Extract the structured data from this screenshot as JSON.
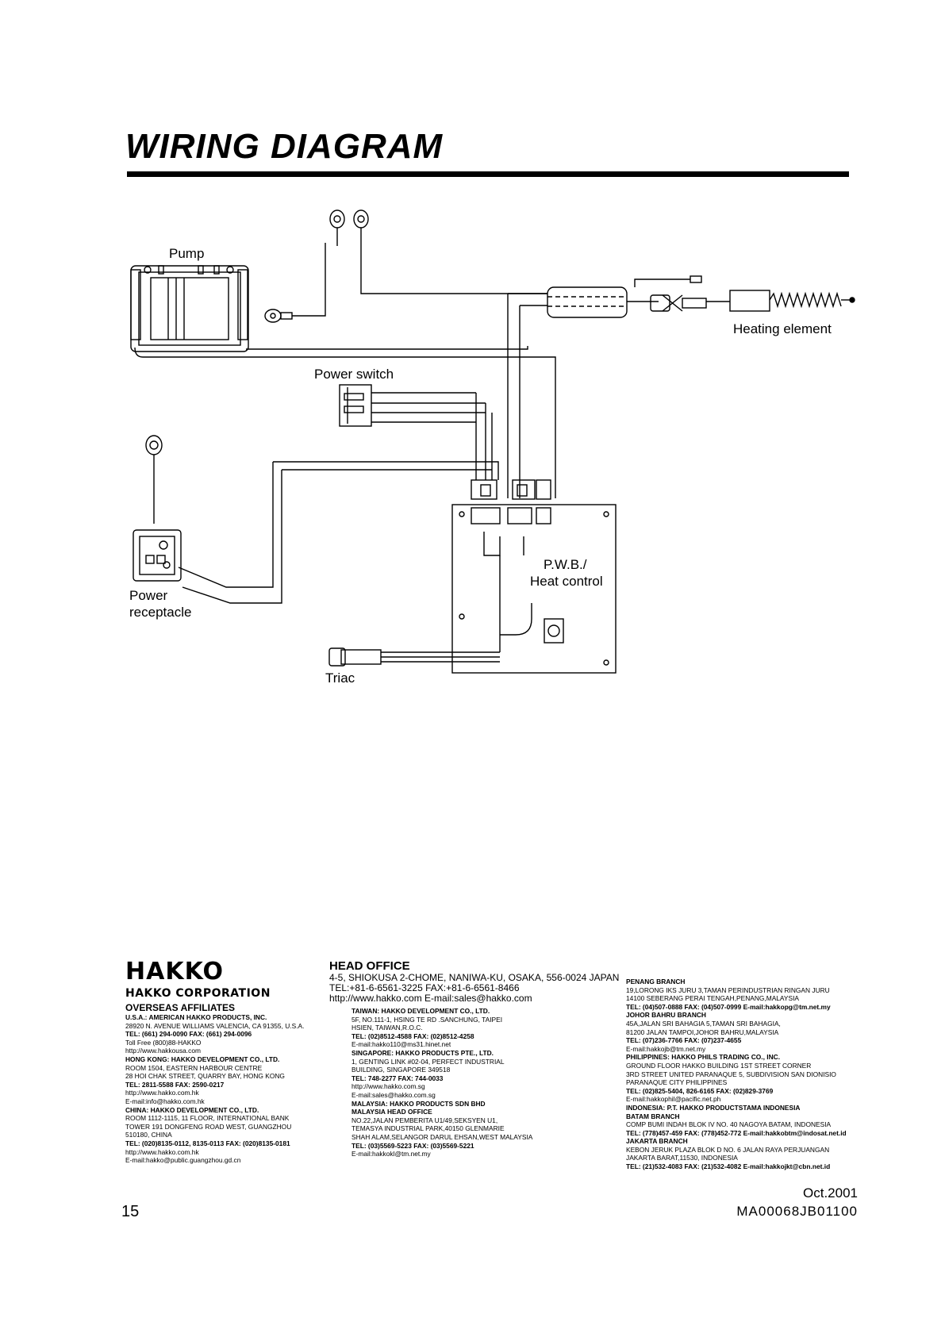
{
  "page": {
    "title": "WIRING DIAGRAM",
    "page_number": "15",
    "date": "Oct.2001",
    "doc_id": "MA00068JB01100"
  },
  "diagram": {
    "labels": {
      "pump": "Pump",
      "heating_element": "Heating element",
      "power_switch": "Power switch",
      "power_receptacle_1": "Power",
      "power_receptacle_2": "receptacle",
      "pwb_1": "P.W.B./",
      "pwb_2": "Heat control",
      "triac": "Triac"
    }
  },
  "footer": {
    "logo": "HAKKO",
    "corporation": "HAKKO CORPORATION",
    "overseas_title": "OVERSEAS AFFILIATES",
    "overseas": [
      "U.S.A.: AMERICAN HAKKO PRODUCTS, INC.",
      "28920 N. AVENUE WILLIAMS VALENCIA, CA 91355, U.S.A.",
      "TEL: (661) 294-0090 FAX: (661) 294-0096",
      "Toll Free (800)88-HAKKO",
      "http://www.hakkousa.com",
      "HONG KONG: HAKKO DEVELOPMENT CO., LTD.",
      "ROOM 1504, EASTERN HARBOUR CENTRE",
      "28 HOI CHAK STREET, QUARRY BAY, HONG KONG",
      "TEL: 2811-5588 FAX: 2590-0217",
      "http://www.hakko.com.hk",
      "E-mail:info@hakko.com.hk",
      "CHINA: HAKKO DEVELOPMENT CO., LTD.",
      "ROOM 1112-1115, 11 FLOOR, INTERNATIONAL BANK",
      "TOWER 191 DONGFENG ROAD WEST, GUANGZHOU",
      "510180, CHINA",
      "TEL: (020)8135-0112, 8135-0113 FAX: (020)8135-0181",
      "http://www.hakko.com.hk",
      "E-mail:hakko@public.guangzhou.gd.cn"
    ],
    "head_office_title": "HEAD OFFICE",
    "head_office": [
      "4-5, SHIOKUSA 2-CHOME, NANIWA-KU, OSAKA, 556-0024 JAPAN",
      "TEL:+81-6-6561-3225 FAX:+81-6-6561-8466",
      "http://www.hakko.com E-mail:sales@hakko.com"
    ],
    "middle": [
      "TAIWAN: HAKKO DEVELOPMENT CO., LTD.",
      "5F, NO.111-1, HSING TE RD .SANCHUNG, TAIPEI",
      "HSIEN, TAIWAN,R.O.C.",
      "TEL: (02)8512-4588 FAX: (02)8512-4258",
      "E-mail:hakko110@ms31.hinet.net",
      "SINGAPORE: HAKKO PRODUCTS PTE., LTD.",
      "1, GENTING LINK #02-04, PERFECT INDUSTRIAL",
      "BUILDING, SINGAPORE 349518",
      "TEL: 748-2277 FAX: 744-0033",
      "http://www.hakko.com.sg",
      "E-mail:sales@hakko.com.sg",
      "MALAYSIA: HAKKO PRODUCTS SDN BHD",
      "MALAYSIA HEAD OFFICE",
      "NO.22,JALAN PEMBERITA U1/49,SEKSYEN U1,",
      "TEMASYA INDUSTRIAL PARK,40150 GLENMARIE",
      "SHAH ALAM,SELANGOR DARUL EHSAN,WEST MALAYSIA",
      "TEL: (03)5569-5223 FAX: (03)5569-5221",
      "E-mail:hakkokl@tm.net.my"
    ],
    "right": [
      "PENANG BRANCH",
      "19,LORONG IKS JURU 3,TAMAN PERINDUSTRIAN RINGAN JURU",
      "14100 SEBERANG PERAI TENGAH,PENANG,MALAYSIA",
      "TEL: (04)507-0888 FAX: (04)507-0999 E-mail:hakkopg@tm.net.my",
      "JOHOR BAHRU BRANCH",
      "45A,JALAN SRI BAHAGIA 5,TAMAN SRI BAHAGIA,",
      "81200 JALAN TAMPOI,JOHOR BAHRU,MALAYSIA",
      "TEL: (07)236-7766 FAX: (07)237-4655",
      "E-mail:hakkojb@tm.net.my",
      "PHILIPPINES: HAKKO PHILS TRADING CO., INC.",
      "GROUND FLOOR HAKKO BUILDING 1ST STREET CORNER",
      "3RD STREET UNITED PARANAQUE 5, SUBDIVISION SAN DIONISIO",
      "PARANAQUE CITY PHILIPPINES",
      "TEL: (02)825-5404, 826-6165 FAX: (02)829-3769",
      "E-mail:hakkophil@pacific.net.ph",
      "INDONESIA: P.T. HAKKO PRODUCTSTAMA INDONESIA",
      "BATAM BRANCH",
      "COMP BUMI INDAH BLOK IV NO. 40 NAGOYA BATAM, INDONESIA",
      "TEL: (778)457-459 FAX: (778)452-772 E-mail:hakkobtm@indosat.net.id",
      "JAKARTA BRANCH",
      "KEBON JERUK PLAZA BLOK D NO. 6 JALAN RAYA PERJUANGAN",
      "JAKARTA BARAT,11530, INDONESIA",
      "TEL: (21)532-4083 FAX: (21)532-4082 E-mail:hakkojkt@cbn.net.id"
    ]
  }
}
